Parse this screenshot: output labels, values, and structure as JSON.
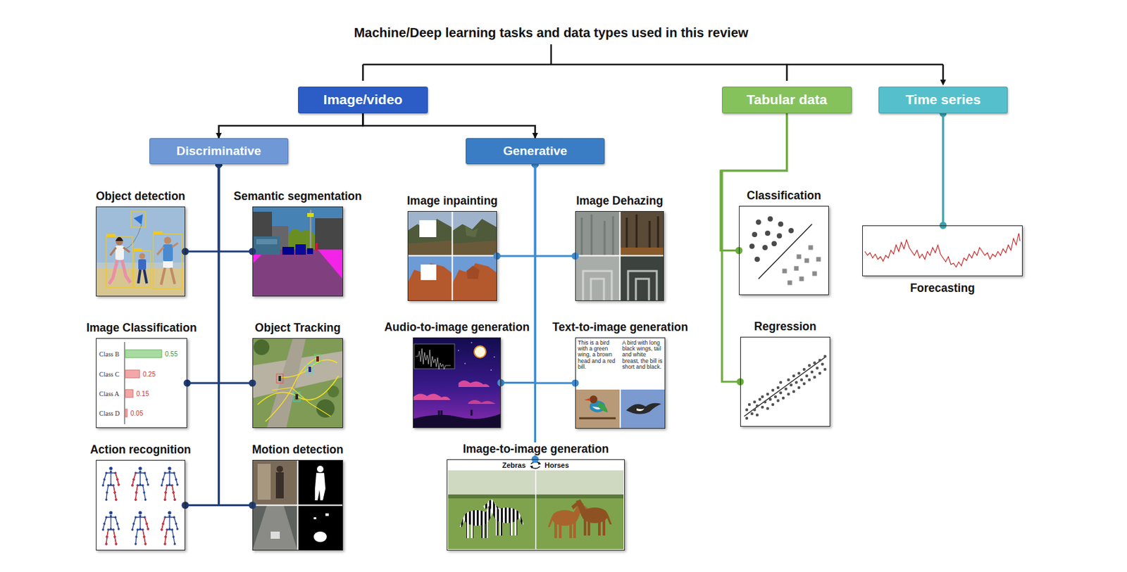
{
  "diagram": {
    "title": "Machine/Deep learning tasks and data types used in this review",
    "nodes": [
      {
        "text": [
          "Image/video"
        ]
      },
      {
        "text": [
          "Tabular data"
        ]
      },
      {
        "text": [
          "Time series"
        ]
      },
      {
        "text": [
          "Discriminative"
        ]
      },
      {
        "text": [
          "Generative"
        ]
      },
      {
        "text": [
          "Object detection"
        ]
      },
      {
        "text": [
          "Semantic segmentation"
        ]
      },
      {
        "text": [
          "Image inpainting"
        ]
      },
      {
        "text": [
          "Image Dehazing"
        ]
      },
      {
        "text": [
          "Classification"
        ]
      },
      {
        "text": [
          "Forecasting"
        ]
      },
      {
        "text": [
          "Image Classification",
          "Class B",
          "0.55",
          "Class C",
          "0.25",
          "Class A",
          "0.15",
          "Class D",
          "0.05"
        ]
      },
      {
        "text": [
          "Object Tracking"
        ]
      },
      {
        "text": [
          "Audio-to-image generation"
        ]
      },
      {
        "text": [
          "Text-to-image generation",
          "This is a bird with a green wing, a brown head and a red bill.",
          "A bird with long black wings, tail and white breast, the bill is short and black."
        ]
      },
      {
        "text": [
          "Regression"
        ]
      },
      {
        "text": [
          "Action recognition"
        ]
      },
      {
        "text": [
          "Motion detection"
        ]
      },
      {
        "text": [
          "Image-to-image generation",
          "Zebras",
          "Horses"
        ]
      }
    ],
    "edges": [
      {
        "from": 0,
        "to": 3,
        "arrow": "to"
      },
      {
        "from": 0,
        "to": 4,
        "arrow": "to"
      },
      {
        "from": 3,
        "to": 5,
        "arrow": "none"
      },
      {
        "from": 3,
        "to": 6,
        "arrow": "none"
      },
      {
        "from": 3,
        "to": 11,
        "arrow": "none"
      },
      {
        "from": 3,
        "to": 12,
        "arrow": "none"
      },
      {
        "from": 3,
        "to": 16,
        "arrow": "none"
      },
      {
        "from": 3,
        "to": 17,
        "arrow": "none"
      },
      {
        "from": 4,
        "to": 7,
        "arrow": "none"
      },
      {
        "from": 4,
        "to": 8,
        "arrow": "none"
      },
      {
        "from": 4,
        "to": 13,
        "arrow": "none"
      },
      {
        "from": 4,
        "to": 14,
        "arrow": "none"
      },
      {
        "from": 4,
        "to": 18,
        "arrow": "none"
      },
      {
        "from": 1,
        "to": 9,
        "arrow": "none"
      },
      {
        "from": 1,
        "to": 15,
        "arrow": "none"
      },
      {
        "from": 2,
        "to": 10,
        "arrow": "none"
      }
    ]
  }
}
